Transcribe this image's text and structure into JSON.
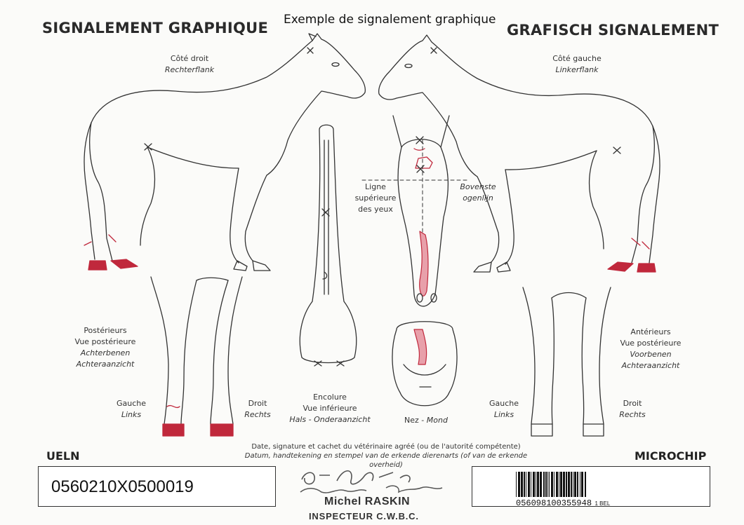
{
  "header": {
    "title_fr": "SIGNALEMENT GRAPHIQUE",
    "caption": "Exemple de signalement graphique",
    "title_nl": "GRAFISCH SIGNALEMENT"
  },
  "views": {
    "right_side": {
      "fr": "Côté droit",
      "nl": "Rechterflank"
    },
    "left_side": {
      "fr": "Côté gauche",
      "nl": "Linkerflank"
    },
    "eye_line": {
      "fr_1": "Ligne",
      "fr_2": "supérieure",
      "fr_3": "des yeux",
      "nl_1": "Bovenste",
      "nl_2": "ogenlijn"
    },
    "hind": {
      "fr_1": "Postérieurs",
      "fr_2": "Vue postérieure",
      "nl_1": "Achterbenen",
      "nl_2": "Achteraanzicht"
    },
    "front": {
      "fr_1": "Antérieurs",
      "fr_2": "Vue postérieure",
      "nl_1": "Voorbenen",
      "nl_2": "Achteraanzicht"
    },
    "neck": {
      "fr_1": "Encolure",
      "fr_2": "Vue inférieure",
      "nl": "Hals - Onderaanzicht"
    },
    "nose": {
      "fr": "Nez - ",
      "nl": "Mond"
    },
    "hind_left": {
      "fr": "Gauche",
      "nl": "Links"
    },
    "hind_right": {
      "fr": "Droit",
      "nl": "Rechts"
    },
    "front_left": {
      "fr": "Gauche",
      "nl": "Links"
    },
    "front_right": {
      "fr": "Droit",
      "nl": "Rechts"
    }
  },
  "ueln": {
    "label": "UELN",
    "value": "0560210X0500019"
  },
  "vet": {
    "line_fr": "Date, signature et cachet du vétérinaire agréé (ou de l'autorité compétente)",
    "line_nl": "Datum, handtekening en stempel van de erkende dierenarts (of van de erkende overheid)",
    "stamp_name": "Michel RASKIN",
    "stamp_title": "INSPECTEUR C.W.B.C."
  },
  "microchip": {
    "label": "MICROCHIP",
    "number": "056098100355948",
    "suffix": "1 BEL"
  },
  "colors": {
    "marking": "#c0283c",
    "ink": "#333333",
    "paper": "#fbfbf9"
  }
}
